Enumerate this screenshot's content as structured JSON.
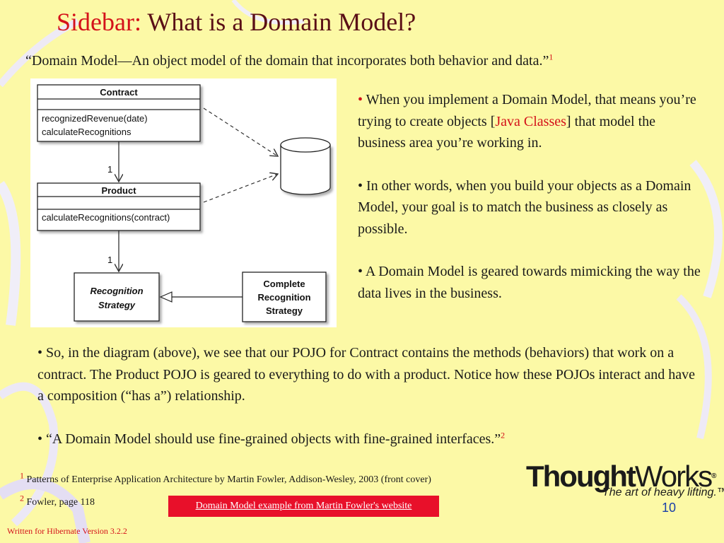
{
  "slide": {
    "title_prefix": "Sidebar:",
    "title_main": "What is a Domain Model?",
    "quote": "“Domain Model—An object model of the domain that incorporates both behavior and data.”",
    "quote_ref": "1",
    "diagram": {
      "contract_title": "Contract",
      "contract_method_1": "recognizedRevenue(date)",
      "contract_method_2": "calculateRecognitions",
      "multiplicity_1": "1",
      "product_title": "Product",
      "product_method_1": "calculateRecognitions(contract)",
      "multiplicity_2": "1",
      "recognition_line_1": "Recognition",
      "recognition_line_2": "Strategy",
      "complete_line_1": "Complete",
      "complete_line_2": "Recognition",
      "complete_line_3": "Strategy"
    },
    "right_bullets": {
      "b1_part1": "When you implement a Domain Model, that means you’re trying to create objects [",
      "b1_highlight": "Java Classes",
      "b1_part2": "] that model the business area you’re working in.",
      "b2": "In other words, when you build your objects as a Domain Model, your goal is to match the business as closely as possible.",
      "b3": "A Domain Model is geared towards mimicking the way the data lives in the business."
    },
    "bottom_bullets": {
      "b1": "So, in the diagram (above), we see that our POJO for Contract contains the methods (behaviors) that work on a contract. The Product POJO is geared to everything to do with a product. Notice how these POJOs interact and have a composition (“has a”) relationship.",
      "b2": "“A Domain Model should use fine-grained objects with fine-grained interfaces.”",
      "b2_ref": "2"
    },
    "footnotes": {
      "fn1_num": "1",
      "fn1_text": "Patterns of Enterprise Application Architecture by Martin Fowler, Addison-Wesley, 2003 (front cover)",
      "fn2_num": "2",
      "fn2_text": "Fowler, page 118"
    },
    "link_label": "Domain Model example from Martin Fowler's website",
    "logo": {
      "bold": "Thought",
      "light": "Works",
      "reg": "®",
      "tagline": "The art of heavy lifting.™"
    },
    "page_number": "10",
    "footer": "Written for Hibernate Version 3.2.2"
  },
  "colors": {
    "background": "#fcf9a6",
    "title_accent": "#d4121a",
    "title_dark": "#5a0f16",
    "link_bg": "#e8102a",
    "page_number": "#1a3fa8"
  }
}
